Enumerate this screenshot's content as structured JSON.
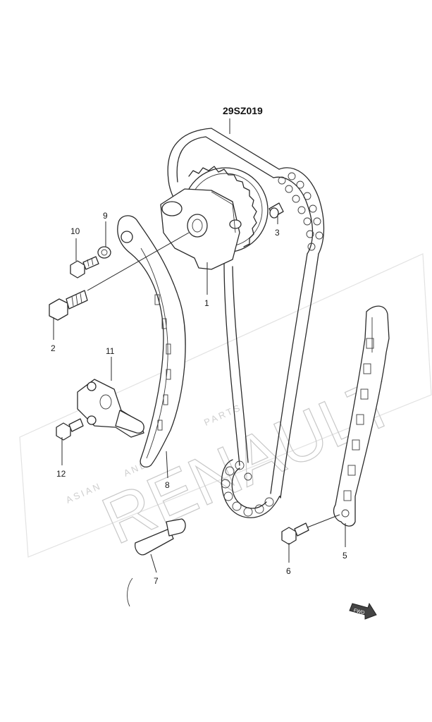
{
  "diagram": {
    "code": "29SZ019",
    "fwd_marker": "FWD",
    "parts": [
      {
        "num": "1"
      },
      {
        "num": "2"
      },
      {
        "num": "3"
      },
      {
        "num": "5"
      },
      {
        "num": "6"
      },
      {
        "num": "7"
      },
      {
        "num": "8"
      },
      {
        "num": "9"
      },
      {
        "num": "10"
      },
      {
        "num": "11"
      },
      {
        "num": "12"
      }
    ]
  },
  "watermark": {
    "big": "RENAULT",
    "small_left": "ASIAN",
    "small_mid": "AND",
    "small_right": "PARTS"
  },
  "colors": {
    "line": "#2a2a2a",
    "watermark": "#c8c8c8",
    "background": "#ffffff"
  }
}
